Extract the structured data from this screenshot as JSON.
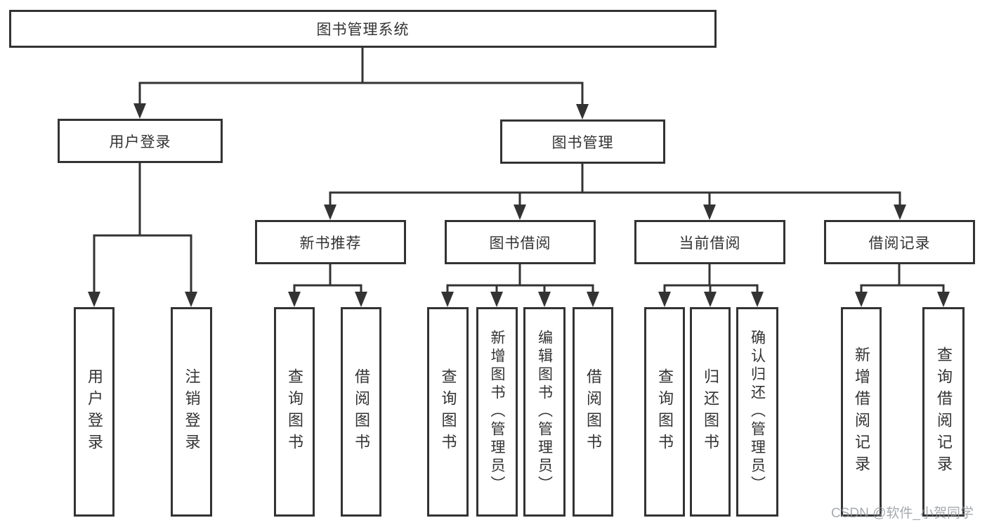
{
  "tree": {
    "label": "图书管理系统",
    "children": [
      {
        "label": "用户登录",
        "children": [
          {
            "label": "用户登录"
          },
          {
            "label": "注销登录"
          }
        ]
      },
      {
        "label": "图书管理",
        "children": [
          {
            "label": "新书推荐",
            "children": [
              {
                "label": "查询图书"
              },
              {
                "label": "借阅图书"
              }
            ]
          },
          {
            "label": "图书借阅",
            "children": [
              {
                "label": "查询图书"
              },
              {
                "label": "新增图书（管理员）"
              },
              {
                "label": "编辑图书（管理员）"
              },
              {
                "label": "借阅图书"
              }
            ]
          },
          {
            "label": "当前借阅",
            "children": [
              {
                "label": "查询图书"
              },
              {
                "label": "归还图书"
              },
              {
                "label": "确认归还（管理员）"
              }
            ]
          },
          {
            "label": "借阅记录",
            "children": [
              {
                "label": "新增借阅记录"
              },
              {
                "label": "查询借阅记录"
              }
            ]
          }
        ]
      }
    ]
  },
  "colors": {
    "line": "#333333",
    "text": "#333333",
    "watermark": "#8f959c"
  },
  "watermark": {
    "text": "CSDN @软件_小贺同学"
  }
}
